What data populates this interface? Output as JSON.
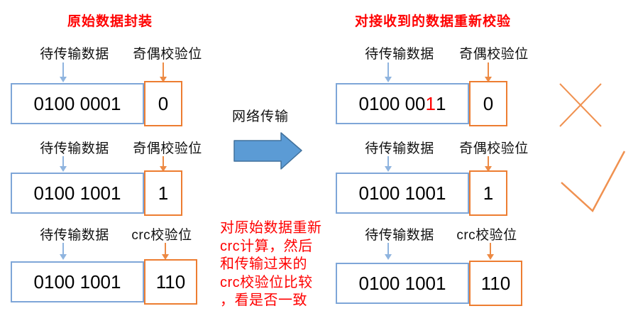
{
  "colors": {
    "red_text": "#ff0000",
    "box_border_blue": "#7ea6d8",
    "box_border_orange": "#ed7d31",
    "small_arrow_blue": "#8fb4df",
    "small_arrow_orange": "#ed8a44",
    "big_arrow_fill": "#5b9bd5",
    "big_arrow_border": "#41719c",
    "mark_orange": "#f09150",
    "text_black": "#000000"
  },
  "icons": {
    "down_arrow_blue": "thin blue line with triangular head pointing down",
    "down_arrow_orange": "thin orange line with triangular head pointing down",
    "big_right_arrow": "large solid blue right-pointing block arrow",
    "cross_mark": "orange X (verification failed)",
    "check_mark": "orange check (verification passed)"
  },
  "left_panel": {
    "title": "原始数据封装",
    "rows": [
      {
        "data_label": "待传输数据",
        "check_label": "奇偶校验位",
        "data": "0100 0001",
        "check": "0"
      },
      {
        "data_label": "待传输数据",
        "check_label": "奇偶校验位",
        "data": "0100 1001",
        "check": "1"
      },
      {
        "data_label": "待传输数据",
        "check_label": "crc校验位",
        "data": "0100 1001",
        "check": "110"
      }
    ]
  },
  "middle": {
    "transfer_label": "网络传输",
    "note_lines": [
      "对原始数据重新",
      "crc计算，然后",
      "和传输过来的",
      "crc校验位比较",
      "，看是否一致"
    ]
  },
  "right_panel": {
    "title": "对接收到的数据重新校验",
    "rows": [
      {
        "data_label": "待传输数据",
        "check_label": "奇偶校验位",
        "data": "0100 0011",
        "data_prefix": "0100 00",
        "data_error": "1",
        "data_suffix": "1",
        "check": "0",
        "result": "error"
      },
      {
        "data_label": "待传输数据",
        "check_label": "奇偶校验位",
        "data": "0100 1001",
        "check": "1",
        "result": "ok"
      },
      {
        "data_label": "待传输数据",
        "check_label": "crc校验位",
        "data": "0100 1001",
        "check": "110",
        "result": ""
      }
    ]
  }
}
